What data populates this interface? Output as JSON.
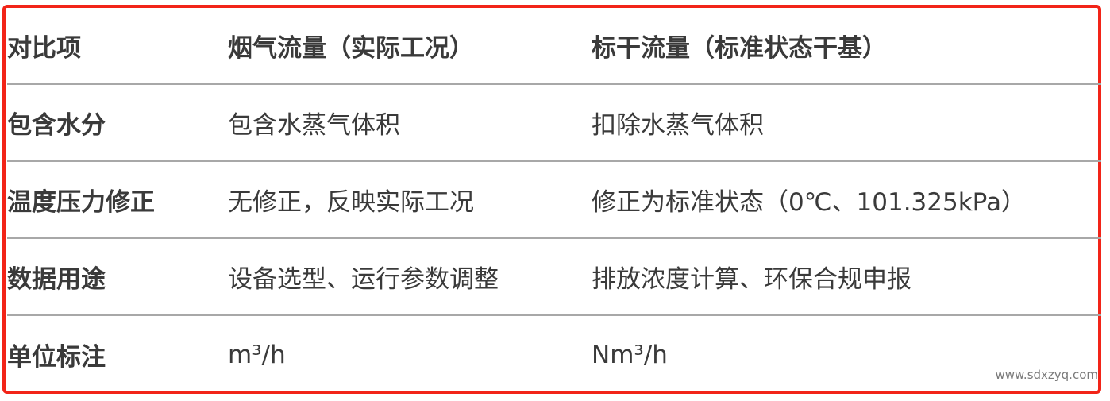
{
  "table": {
    "headers": [
      "对比项",
      "烟气流量（实际工况）",
      "标干流量（标准状态干基）"
    ],
    "rows": [
      [
        "包含水分",
        "包含水蒸气体积",
        "扣除水蒸气体积"
      ],
      [
        "温度压力修正",
        "无修正，反映实际工况",
        "修正为标准状态（0℃、101.325kPa）"
      ],
      [
        "数据用途",
        "设备选型、运行参数调整",
        "排放浓度计算、环保合规申报"
      ],
      [
        "单位标注",
        "m³/h",
        "Nm³/h"
      ]
    ]
  },
  "watermark": "www.sdxzyq.com",
  "colors": {
    "border": "#f22418",
    "divider": "#a8a8a8",
    "text": "#3a3a3a"
  }
}
